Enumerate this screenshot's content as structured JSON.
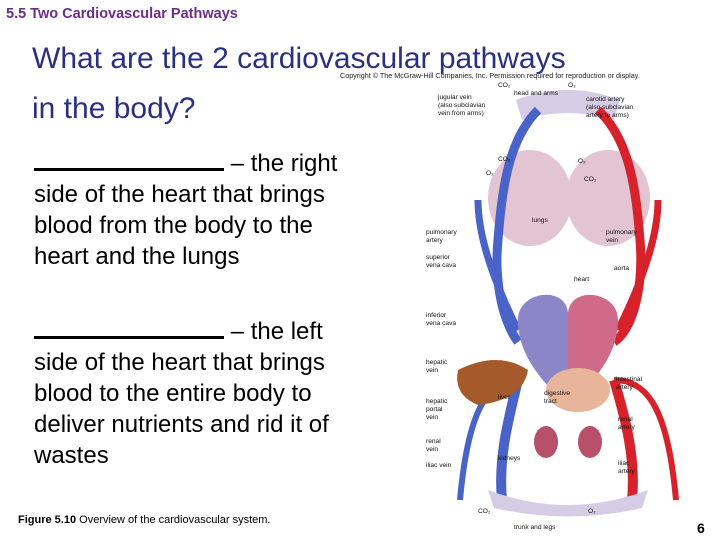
{
  "header": {
    "section": "5.5 Two Cardiovascular Pathways"
  },
  "title": {
    "line1": "What are the 2 cardiovascular pathways",
    "line2": "in the body?"
  },
  "paragraphs": {
    "right_text": "– the right side of the heart that brings blood from the body to the heart and the lungs",
    "left_text": "– the left side of the heart that brings blood to the entire body to deliver nutrients and rid it of wastes"
  },
  "copyright": "Copyright © The McGraw-Hill Companies, Inc. Permission required for reproduction or display.",
  "caption": {
    "label": "Figure 5.10",
    "text": "Overview of the cardiovascular system."
  },
  "page_number": "6",
  "diagram": {
    "labels": {
      "co2_top": "CO₂",
      "o2_top": "O₂",
      "head_arms": "head and arms",
      "jugular": "jugular vein\n(also subclavian\nvein from arms)",
      "carotid": "carotid artery\n(also subclavian\nartery to arms)",
      "co2_lung_l": "CO₂",
      "o2_lung_l": "O₂",
      "o2_lung_r": "O₂",
      "co2_lung_r": "CO₂",
      "lungs": "lungs",
      "pulmonary_artery": "pulmonary\nartery",
      "pulmonary_vein": "pulmonary\nvein",
      "superior_vena_cava": "superior\nvena cava",
      "aorta": "aorta",
      "heart": "heart",
      "inferior_vena_cava": "inferior\nvena cava",
      "hepatic_vein": "hepatic\nvein",
      "intestinal_artery": "intestinal\nartery",
      "liver": "liver",
      "digestive_tract": "digestive\ntract",
      "hepatic_portal": "hepatic\nportal\nvein",
      "renal_artery": "renal\nartery",
      "renal_vein": "renal\nvein",
      "kidneys": "kidneys",
      "iliac_vein": "iliac vein",
      "iliac_artery": "iliac\nartery",
      "co2_bottom": "CO₂",
      "o2_bottom": "O₂",
      "trunk_legs": "trunk and legs"
    },
    "colors": {
      "vein": "#4a63c8",
      "artery": "#d8222b",
      "heart_blue": "#8a86c8",
      "heart_red": "#d06a8a",
      "liver": "#a55a2c",
      "lung": "#d9b8c9",
      "capillary_blue": "#b9b8e6"
    }
  }
}
